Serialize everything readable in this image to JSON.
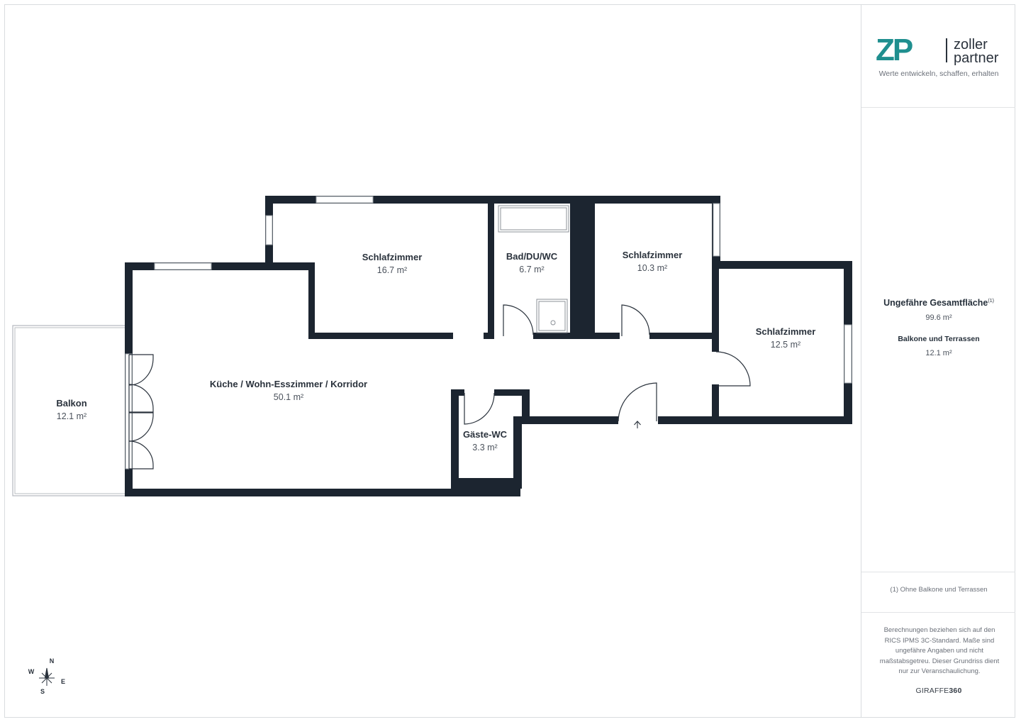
{
  "brand": {
    "logo_mark": "ZP",
    "logo_word_1": "zoller",
    "logo_word_2": "partner",
    "tagline": "Werte entwickeln, schaffen, erhalten"
  },
  "summary": {
    "total_label": "Ungefähre Gesamtfläche",
    "total_marker": "(1)",
    "total_value": "99.6 m²",
    "balcony_label": "Balkone und Terrassen",
    "balcony_value": "12.1 m²"
  },
  "footnote": "(1) Ohne Balkone und Terrassen",
  "disclaimer": "Berechnungen beziehen sich auf den RICS IPMS 3C-Standard. Maße sind ungefähre Angaben und nicht maßstabsgetreu. Dieser Grundriss dient nur zur Veranschaulichung.",
  "provider": {
    "name_plain": "GIRAFFE",
    "name_bold": "360"
  },
  "compass": {
    "n": "N",
    "e": "E",
    "s": "S",
    "w": "W"
  },
  "rooms": [
    {
      "id": "balkon",
      "name": "Balkon",
      "area": "12.1 m²"
    },
    {
      "id": "kueche",
      "name": "Küche / Wohn-Esszimmer / Korridor",
      "area": "50.1 m²"
    },
    {
      "id": "schlaf1",
      "name": "Schlafzimmer",
      "area": "16.7 m²"
    },
    {
      "id": "bad",
      "name": "Bad/DU/WC",
      "area": "6.7 m²"
    },
    {
      "id": "schlaf2",
      "name": "Schlafzimmer",
      "area": "10.3 m²"
    },
    {
      "id": "schlaf3",
      "name": "Schlafzimmer",
      "area": "12.5 m²"
    },
    {
      "id": "gaestewc",
      "name": "Gäste-WC",
      "area": "3.3 m²"
    }
  ],
  "colors": {
    "wall": "#1c2530",
    "brand_teal": "#1f8f8f",
    "brand_dark": "#2a323c"
  }
}
